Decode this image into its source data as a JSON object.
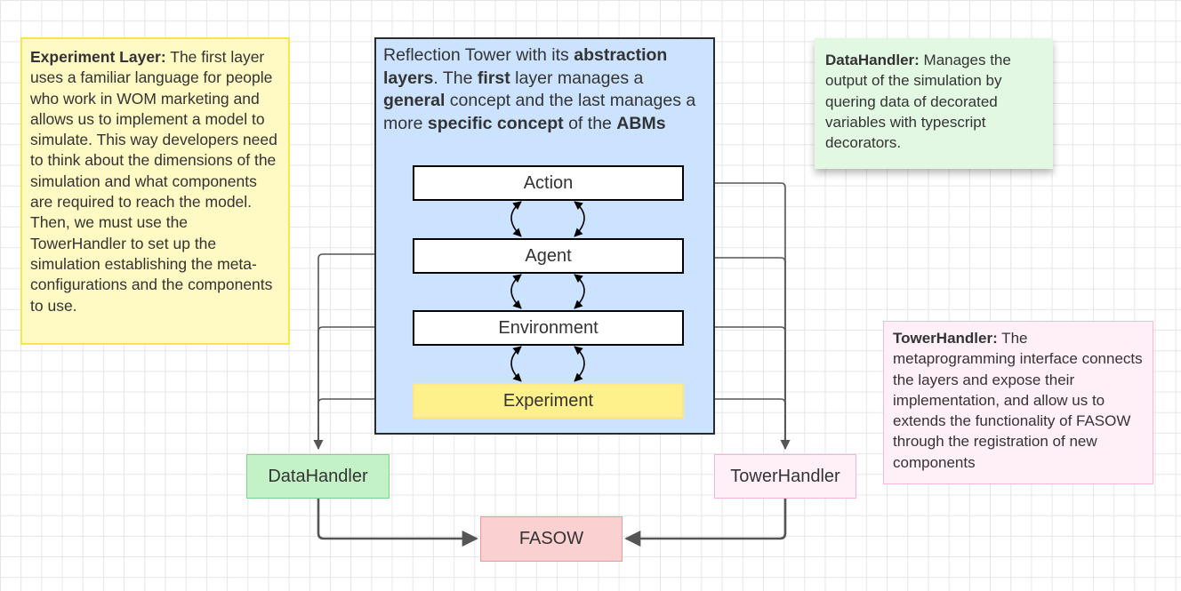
{
  "notes": {
    "experiment_layer": {
      "title": "Experiment Layer:",
      "body": " The first layer uses a familiar language for people who work in WOM marketing and allows us to implement a model to simulate. This way developers need to think about the dimensions of the simulation and what components are required to reach the model. Then, we must use the TowerHandler to set up the simulation establishing the meta-configurations and the components to use."
    },
    "data_handler": {
      "title": "DataHandler:",
      "body": " Manages the output of the simulation by quering data of decorated variables with typescript decorators."
    },
    "tower_handler": {
      "title": "TowerHandler:",
      "body": " The metaprogramming interface connects the layers and expose their implementation, and allow us to extends the functionality of FASOW through the registration of new components"
    }
  },
  "tower": {
    "desc_1": "Reflection Tower with its ",
    "desc_2": "abstraction layers",
    "desc_3": ". The ",
    "desc_4": "first",
    "desc_5": " layer manages a ",
    "desc_6": "general",
    "desc_7": " concept and the last manages a more ",
    "desc_8": "specific concept",
    "desc_9": " of the ",
    "desc_10": "ABMs",
    "layers": [
      "Action",
      "Agent",
      "Environment",
      "Experiment"
    ]
  },
  "nodes": {
    "data_handler": "DataHandler",
    "tower_handler": "TowerHandler",
    "fasow": "FASOW"
  },
  "colors": {
    "tower_fill": "#cce3ff",
    "experiment_layer_fill": "#fef08a",
    "note_yellow": "#fff9c4",
    "note_green": "#e3f8e2",
    "note_pink": "#fff0f8",
    "datahandler_fill": "#c3f2c6",
    "fasow_fill": "#fbd0d0",
    "connector": "#555555"
  }
}
